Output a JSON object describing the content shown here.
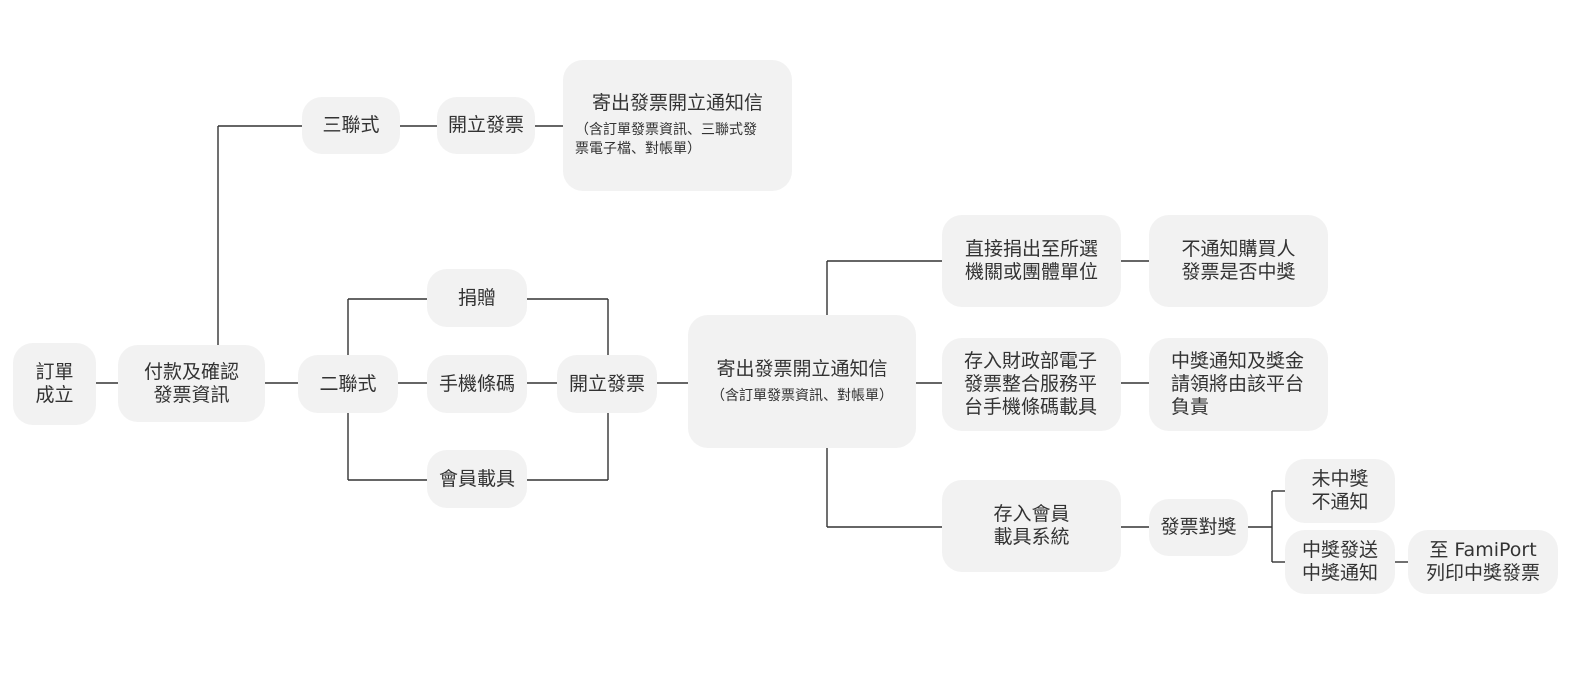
{
  "nodes": {
    "order_created": "訂單\n成立",
    "payment_confirm": "付款及確認\n發票資訊",
    "triplicate": "三聯式",
    "triplicate_issue": "開立發票",
    "triplicate_mail_title": "寄出發票開立通知信",
    "triplicate_mail_note": "（含訂單發票資訊、三聯式發\n票電子檔、對帳單）",
    "duplicate": "二聯式",
    "donate": "捐贈",
    "mobile_barcode": "手機條碼",
    "member_carrier": "會員載具",
    "duplicate_issue": "開立發票",
    "duplicate_mail_title": "寄出發票開立通知信",
    "duplicate_mail_note": "（含訂單發票資訊、對帳單）",
    "donate_to_org": "直接捐出至所選\n機關或團體單位",
    "no_notify_buyer": "不通知購買人\n發票是否中獎",
    "mof_platform": "存入財政部電子\n發票整合服務平\n台手機條碼載具",
    "mof_prize_note": "中獎通知及獎金\n請領將由該平台\n負責",
    "member_carrier_system": "存入會員\n載具系統",
    "invoice_check": "發票對獎",
    "not_won": "未中獎\n不通知",
    "won_notify": "中獎發送\n中獎通知",
    "famiport_print": "至 FamiPort\n列印中獎發票"
  }
}
